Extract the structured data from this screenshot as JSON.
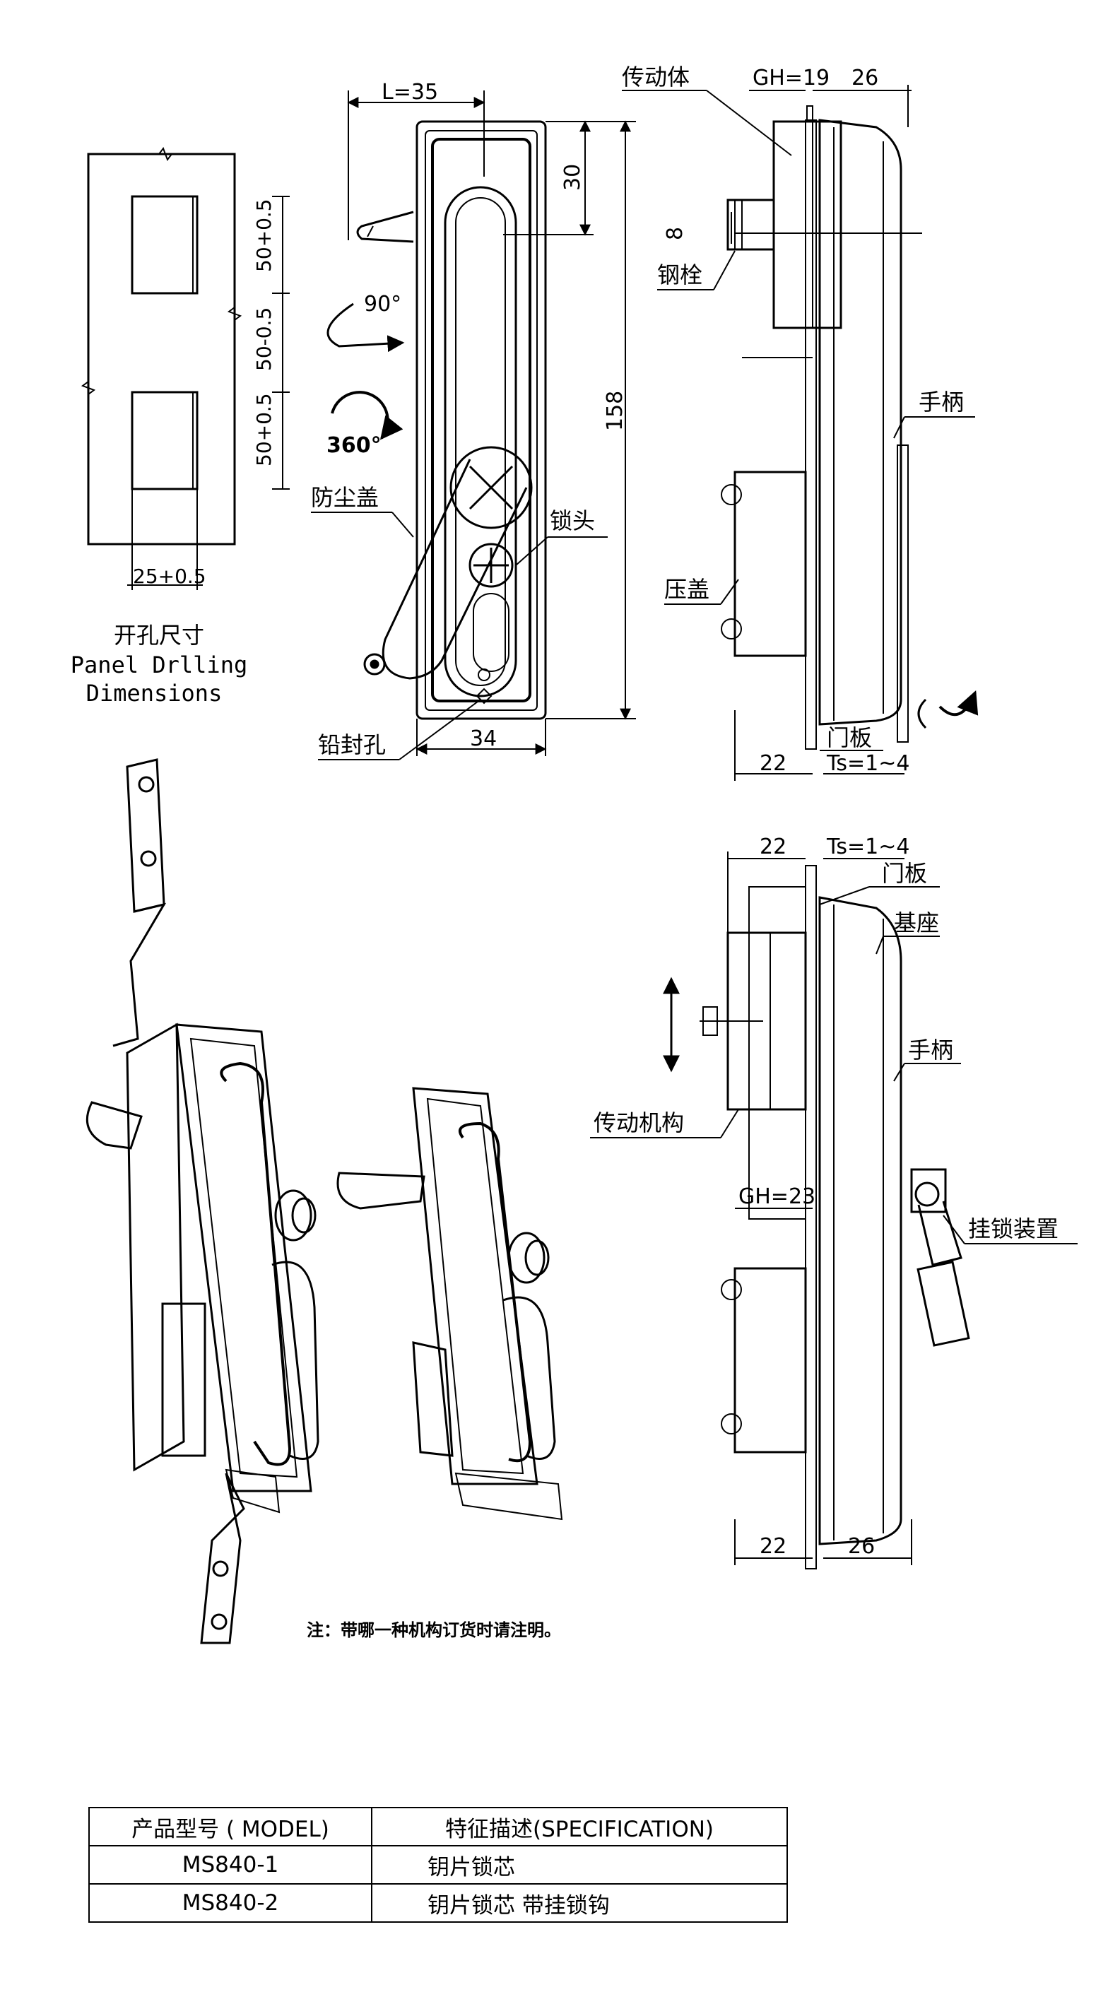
{
  "drilling": {
    "title_cn": "开孔尺寸",
    "title_en_1": "Panel Drlling",
    "title_en_2": "Dimensions",
    "dim_top": "50+0.5",
    "dim_mid": "50-0.5",
    "dim_bot": "50+0.5",
    "dim_width": "25+0.5"
  },
  "front": {
    "dim_L": "L=35",
    "dim_30": "30",
    "dim_158": "158",
    "dim_34": "34",
    "rot_90": "90°",
    "rot_360": "360°",
    "label_dust_cover": "防尘盖",
    "label_lock_head": "锁头",
    "label_seal_hole": "铅封孔"
  },
  "side_top": {
    "label_drive_body": "传动体",
    "dim_gh": "GH=19",
    "dim_26": "26",
    "label_pin": "钢栓",
    "dim_8": "8",
    "label_handle": "手柄",
    "label_press_cover": "压盖",
    "label_door_panel": "门板",
    "dim_22": "22",
    "dim_ts": "Ts=1~4"
  },
  "side_bottom": {
    "dim_22": "22",
    "dim_ts": "Ts=1~4",
    "label_door_panel": "门板",
    "label_base": "基座",
    "label_handle": "手柄",
    "label_drive_mech": "传动机构",
    "dim_gh": "GH=23",
    "label_padlock": "挂锁装置",
    "dim_22_b": "22",
    "dim_26_b": "26"
  },
  "note": "注：带哪一种机构订货时请注明。",
  "table": {
    "header_model": "产品型号 ( MODEL)",
    "header_spec": "特征描述(SPECIFICATION)",
    "rows": [
      {
        "model": "MS840-1",
        "spec": "钥片锁芯"
      },
      {
        "model": "MS840-2",
        "spec": "钥片锁芯 带挂锁钩"
      }
    ]
  }
}
